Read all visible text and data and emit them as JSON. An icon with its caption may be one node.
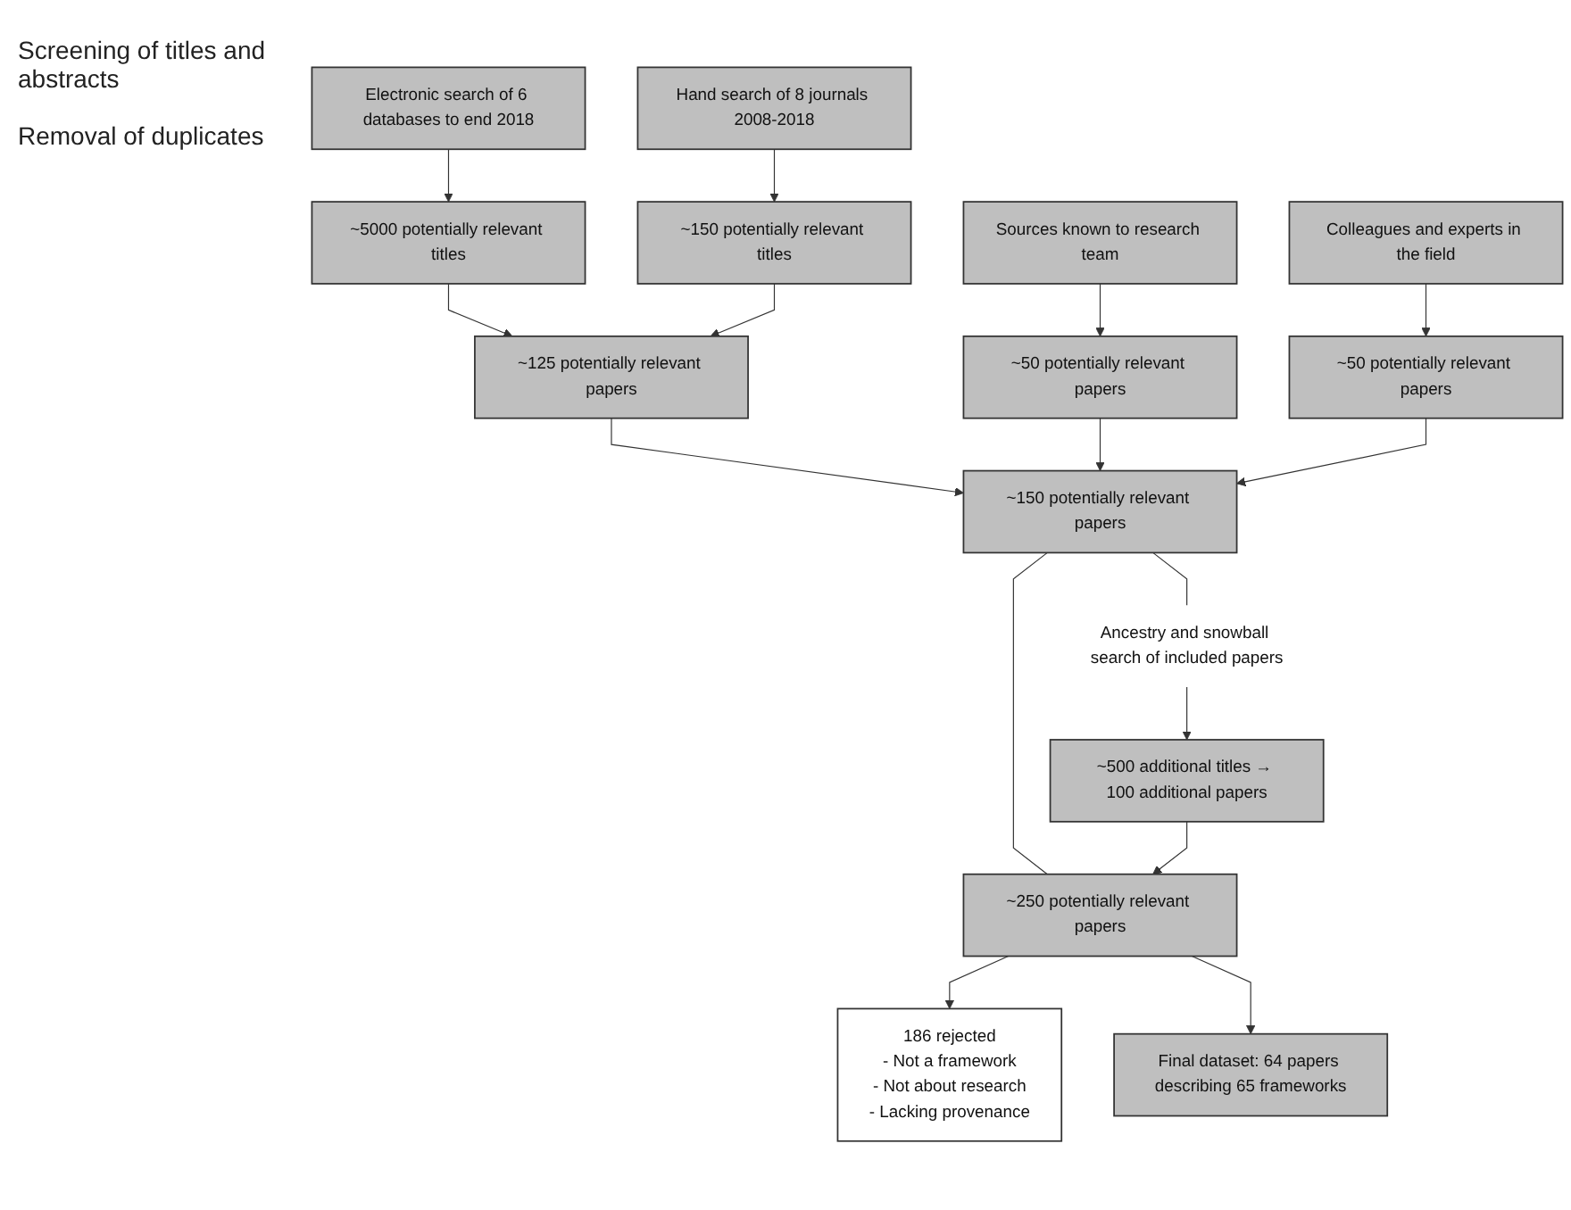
{
  "diagram": {
    "nodes": [
      {
        "text": [
          "Electronic search of 6 databases to end 2018"
        ]
      },
      {
        "text": [
          "Hand search of 8 journals 2008-2018"
        ]
      },
      {
        "text": [
          "~5000 potentially relevant titles"
        ]
      },
      {
        "text": [
          "~150 potentially relevant titles"
        ]
      },
      {
        "text": [
          "Sources known to research team"
        ]
      },
      {
        "text": [
          "Colleagues and experts in the field"
        ]
      },
      {
        "text": [
          "~125 potentially relevant papers"
        ]
      },
      {
        "text": [
          "~50 potentially relevant papers"
        ]
      },
      {
        "text": [
          "~50 potentially relevant papers"
        ]
      },
      {
        "text": [
          "~150 potentially relevant papers"
        ]
      },
      {
        "text": [
          "Ancestry and snowball search of included papers"
        ]
      },
      {
        "text": [
          "~500 additional titles → 100 additional papers"
        ]
      },
      {
        "text": [
          "~250 potentially relevant papers"
        ]
      },
      {
        "text": [
          "186 rejected",
          "- Not a framework",
          "- Not about research",
          "- Lacking provenance"
        ]
      },
      {
        "text": [
          "Final dataset: 64 papers describing 65 frameworks"
        ]
      }
    ],
    "edges": [
      {
        "from": 0,
        "to": 2,
        "arrow": "to"
      },
      {
        "from": 1,
        "to": 3,
        "arrow": "to"
      },
      {
        "from": 4,
        "to": 7,
        "arrow": "to"
      },
      {
        "from": 5,
        "to": 8,
        "arrow": "to"
      },
      {
        "from": 2,
        "to": 6,
        "arrow": "to"
      },
      {
        "from": 3,
        "to": 6,
        "arrow": "to"
      },
      {
        "from": 6,
        "to": 9,
        "arrow": "to"
      },
      {
        "from": 7,
        "to": 9,
        "arrow": "to"
      },
      {
        "from": 8,
        "to": 9,
        "arrow": "to"
      },
      {
        "from": 9,
        "to": 10,
        "arrow": "none"
      },
      {
        "from": 10,
        "to": 11,
        "arrow": "to"
      },
      {
        "from": 9,
        "to": 12,
        "arrow": "none"
      },
      {
        "from": 11,
        "to": 12,
        "arrow": "to"
      },
      {
        "from": 12,
        "to": 13,
        "arrow": "to"
      },
      {
        "from": 12,
        "to": 14,
        "arrow": "to"
      }
    ],
    "labels": [
      "Screening of titles and abstracts",
      "Removal of duplicates"
    ]
  }
}
